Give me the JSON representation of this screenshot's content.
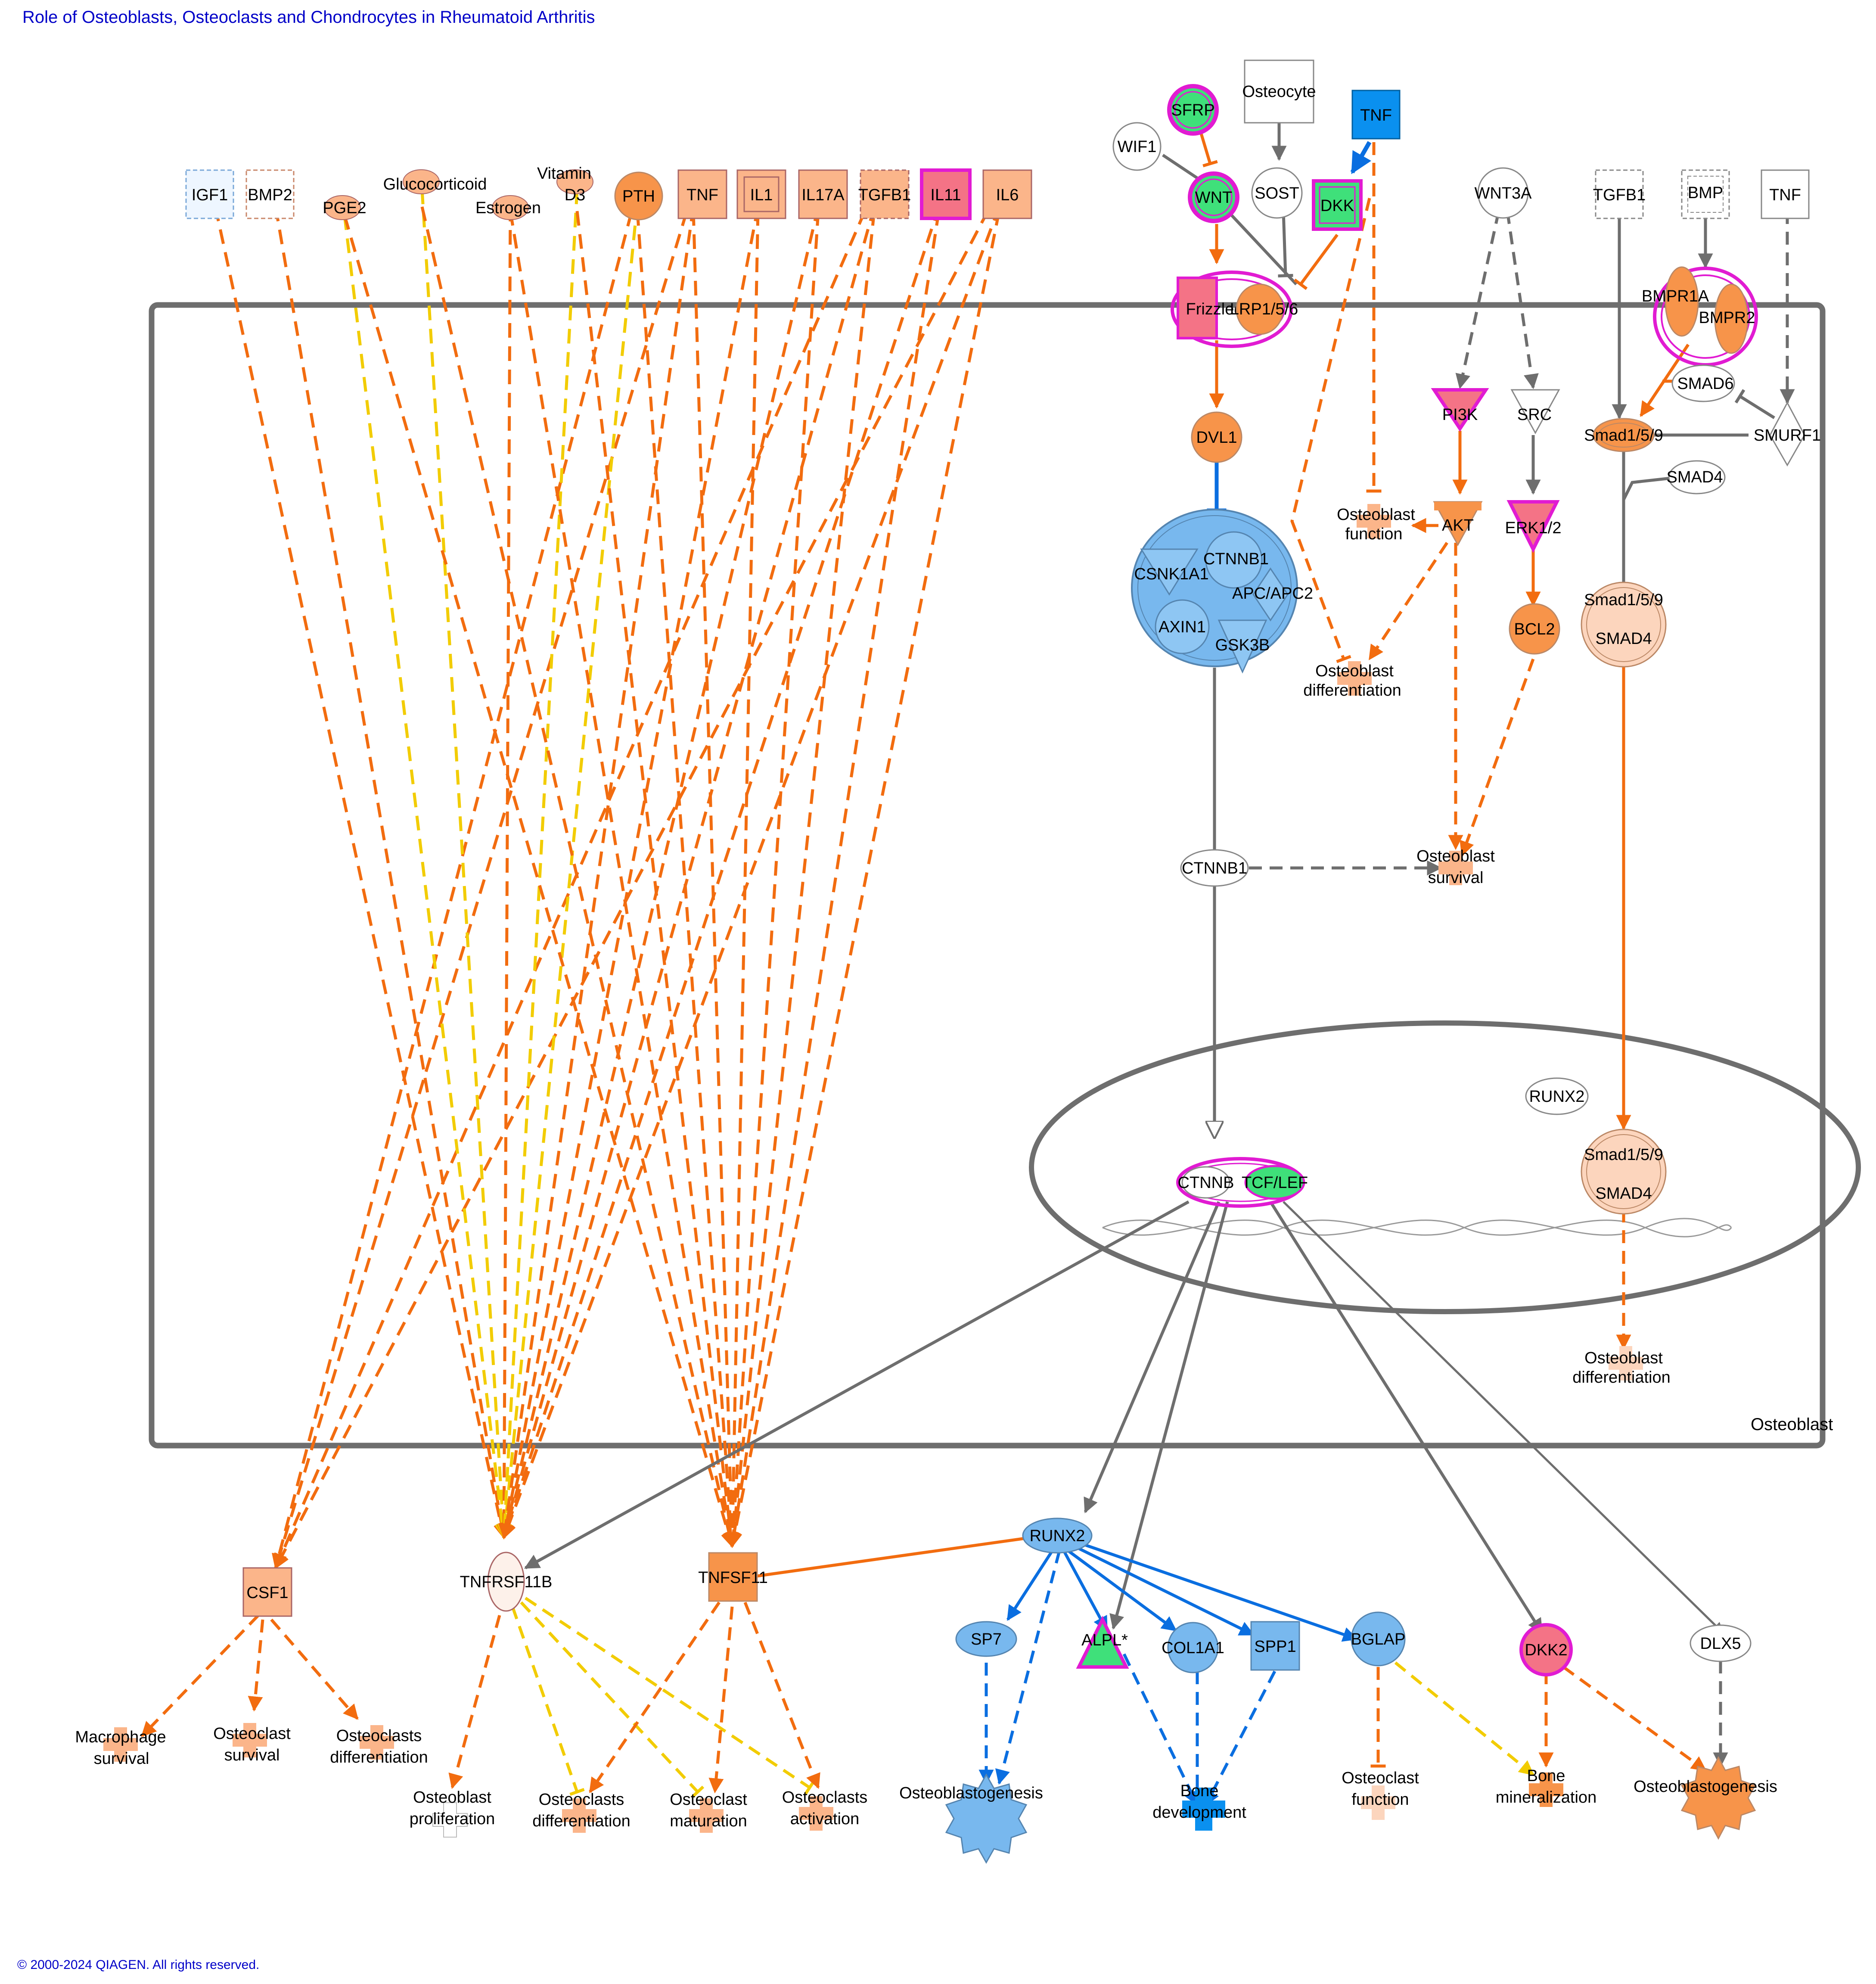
{
  "title": "Role of Osteoblasts, Osteoclasts and Chondrocytes in Rheumatoid Arthritis",
  "copyright": "© 2000-2024 QIAGEN. All rights reserved.",
  "compartments": {
    "osteoblast": "Osteoblast"
  },
  "colors": {
    "orange_edge": "#f26c0f",
    "yellow_edge": "#f2cc00",
    "gray_edge": "#6e6e6e",
    "blue_edge": "#0a6ee0",
    "magenta": "#e11bd2",
    "node_orange": "#f7944a",
    "node_light_orange": "#fbb58a",
    "node_blue": "#70b4ef",
    "node_green": "#3fe07a",
    "node_pink": "#f47386"
  },
  "nodes": {
    "igf1": "IGF1",
    "bmp2": "BMP2",
    "pge2": "PGE2",
    "glucocorticoid": "Glucocorticoid",
    "estrogen": "Estrogen",
    "vitamin_d3_l1": "Vitamin",
    "vitamin_d3_l2": "D3",
    "pth": "PTH",
    "tnf_top": "TNF",
    "il1": "IL1",
    "il17a": "IL17A",
    "tgfb1_top": "TGFB1",
    "il11": "IL11",
    "il6": "IL6",
    "sfrp": "SFRP",
    "osteocyte": "Osteocyte",
    "wif1": "WIF1",
    "wnt": "WNT",
    "sost": "SOST",
    "dkk": "DKK",
    "tnf_blue": "TNF",
    "frizzled": "Frizzled",
    "lrp": "LRP1/5/6",
    "wnt3a": "WNT3A",
    "tgfb1_right": "TGFB1",
    "bmp": "BMP",
    "tnf_right": "TNF",
    "bmpr1a": "BMPR1A",
    "bmpr2": "BMPR2",
    "smad6": "SMAD6",
    "smad159_a": "Smad1/5/9",
    "smurf1": "SMURF1",
    "smad4_a": "SMAD4",
    "dvl1": "DVL1",
    "pi3k": "PI3K",
    "src": "SRC",
    "akt": "AKT",
    "erk12": "ERK1/2",
    "bcl2": "BCL2",
    "ctnnb1_cx": "CTNNB1",
    "csnk1a1": "CSNK1A1",
    "apc": "APC/APC2",
    "axin1": "AXIN1",
    "gsk3b": "GSK3B",
    "ob_function_l1": "Osteoblast",
    "ob_function_l2": "function",
    "ob_diff1_l1": "Osteoblast",
    "ob_diff1_l2": "differentiation",
    "ctnnb1_mid": "CTNNB1",
    "ob_survival_l1": "Osteoblast",
    "ob_survival_l2": "survival",
    "runx2_nuc": "RUNX2",
    "smad159_b": "Smad1/5/9",
    "smad4_b": "SMAD4",
    "ctnnb_nuc": "CTNNB",
    "tcf_lef": "TCF/LEF",
    "ob_diff2_l1": "Osteoblast",
    "ob_diff2_l2": "differentiation",
    "csf1": "CSF1",
    "tnfrsf11b": "TNFRSF11B",
    "tnfsf11": "TNFSF11",
    "runx2_out": "RUNX2",
    "sp7": "SP7",
    "alpl": "ALPL*",
    "col1a1": "COL1A1",
    "spp1": "SPP1",
    "bglap": "BGLAP",
    "dkk2": "DKK2",
    "dlx5": "DLX5",
    "macrophage_survival_l1": "Macrophage",
    "macrophage_survival_l2": "survival",
    "oc_survival_l1": "Osteoclast",
    "oc_survival_l2": "survival",
    "ocs_diff_a_l1": "Osteoclasts",
    "ocs_diff_a_l2": "differentiation",
    "ob_prolif_l1": "Osteoblast",
    "ob_prolif_l2": "proliferation",
    "ocs_diff_b_l1": "Osteoclasts",
    "ocs_diff_b_l2": "differentiation",
    "oc_maturation_l1": "Osteoclast",
    "oc_maturation_l2": "maturation",
    "ocs_activation_l1": "Osteoclasts",
    "ocs_activation_l2": "activation",
    "osteoblastogenesis_a": "Osteoblastogenesis",
    "bone_dev_l1": "Bone",
    "bone_dev_l2": "development",
    "oc_function_l1": "Osteoclast",
    "oc_function_l2": "function",
    "bone_min_l1": "Bone",
    "bone_min_l2": "mineralization",
    "osteoblastogenesis_b": "Osteoblastogenesis"
  }
}
